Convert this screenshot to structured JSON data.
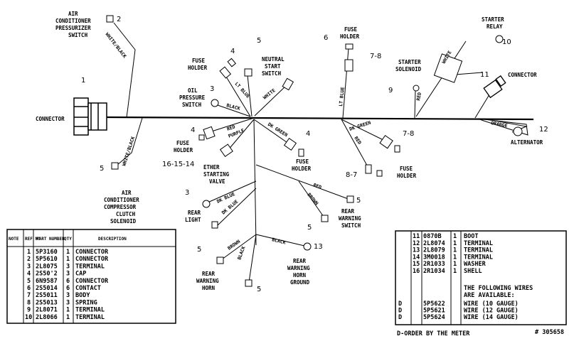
{
  "components": {
    "ac_pressurizer_switch": {
      "line1": "AIR",
      "line2": "CONDITIONER",
      "line3": "PRESSURIZER",
      "line4": "SWITCH",
      "ref": "2"
    },
    "connector_main": {
      "label": "CONNECTOR",
      "ref": "1"
    },
    "fuse_holder_oil": {
      "line1": "FUSE",
      "line2": "HOLDER",
      "ref": "4"
    },
    "neutral_start_switch": {
      "line1": "NEUTRAL",
      "line2": "START",
      "line3": "SWITCH",
      "ref": "5"
    },
    "oil_pressure_switch": {
      "line1": "OIL",
      "line2": "PRESSURE",
      "line3": "SWITCH",
      "ref": "3"
    },
    "fuse_holder_top": {
      "line1": "FUSE",
      "line2": "HOLDER",
      "ref": "6",
      "ref2": "7-8"
    },
    "starter_solenoid": {
      "line1": "STARTER",
      "line2": "SOLENOID",
      "ref": "9"
    },
    "starter_relay": {
      "line1": "STARTER",
      "line2": "RELAY",
      "ref": "10"
    },
    "connector_right": {
      "label": "CONNECTOR",
      "ref": "11"
    },
    "alternator": {
      "label": "ALTERNATOR",
      "ref": "12"
    },
    "fuse_holder_left": {
      "line1": "FUSE",
      "line2": "HOLDER",
      "ref": "4"
    },
    "ether_starting_valve": {
      "line1": "ETHER",
      "line2": "STARTING",
      "line3": "VALVE",
      "ref": "16-15-14"
    },
    "fuse_holder_mid": {
      "line1": "FUSE",
      "line2": "HOLDER",
      "ref": "4"
    },
    "fuse_holder_right": {
      "line1": "FUSE",
      "line2": "HOLDER",
      "ref": "7-8",
      "ref2": "8-7"
    },
    "ac_compressor_clutch_solenoid": {
      "line1": "AIR",
      "line2": "CONDITIONER",
      "line3": "COMPRESSOR",
      "line4": "CLUTCH",
      "line5": "SOLENOID",
      "ref": "5"
    },
    "rear_light": {
      "line1": "REAR",
      "line2": "LIGHT",
      "ref": "3"
    },
    "rear_warning_switch": {
      "line1": "REAR",
      "line2": "WARNING",
      "line3": "SWITCH",
      "ref": "5",
      "ref2": "5"
    },
    "rear_warning_horn": {
      "line1": "REAR",
      "line2": "WARNING",
      "line3": "HORN",
      "ref": "5",
      "ref2": "5"
    },
    "rear_warning_horn_ground": {
      "line1": "REAR",
      "line2": "WARNING",
      "line3": "HORN",
      "line4": "GROUND",
      "ref": "13"
    }
  },
  "wires": {
    "white_black_top": "WHITE/BLACK",
    "white_black_bottom": "WHITE/BLACK",
    "lt_blue_left": "LT BLUE",
    "white_mid": "WHITE",
    "black_mid": "BLACK",
    "lt_blue_top": "LT BLUE",
    "white_right": "WHITE",
    "red_starter": "RED",
    "orange": "ORANGE",
    "red_left": "RED",
    "purple": "PURPLE",
    "dk_green_mid": "DK GREEN",
    "dk_green_right": "DK GREEN",
    "red_right": "RED",
    "dk_blue_1": "DK BLUE",
    "dk_blue_2": "DK BLUE",
    "red_lower": "RED",
    "brown_lower": "BROWN",
    "brown_horn": "BROWN",
    "black_horn": "BLACK",
    "black_ground": "BLACK"
  },
  "parts_table": {
    "headers": {
      "note": "NOTE",
      "ref": "REF NO",
      "part": "PART NUMBER",
      "qty": "QTY",
      "desc": "DESCRIPTION"
    },
    "rows": [
      {
        "note": "",
        "ref": "1",
        "part": "5P3160",
        "qty": "1",
        "desc": "CONNECTOR"
      },
      {
        "note": "",
        "ref": "2",
        "part": "5P5610",
        "qty": "1",
        "desc": "CONNECTOR"
      },
      {
        "note": "",
        "ref": "3",
        "part": "2L8075",
        "qty": "3",
        "desc": "TERMINAL"
      },
      {
        "note": "",
        "ref": "4",
        "part": "2S50'2",
        "qty": "3",
        "desc": "CAP"
      },
      {
        "note": "",
        "ref": "5",
        "part": "6N9587",
        "qty": "6",
        "desc": "CONNECTOR"
      },
      {
        "note": "",
        "ref": "6",
        "part": "2S5014",
        "qty": "6",
        "desc": "CONTACT"
      },
      {
        "note": "",
        "ref": "7",
        "part": "2S5011",
        "qty": "3",
        "desc": "BODY"
      },
      {
        "note": "",
        "ref": "8",
        "part": "2S5013",
        "qty": "3",
        "desc": "SPRING"
      },
      {
        "note": "",
        "ref": "9",
        "part": "2L8071",
        "qty": "1",
        "desc": "TERMINAL"
      },
      {
        "note": "",
        "ref": "10",
        "part": "2L8066",
        "qty": "1",
        "desc": "TERMINAL"
      }
    ]
  },
  "parts_table_2": {
    "rows": [
      {
        "note": "",
        "ref": "11",
        "part": "0870B",
        "qty": "1",
        "desc": "BOOT"
      },
      {
        "note": "",
        "ref": "12",
        "part": "2L8074",
        "qty": "1",
        "desc": "TERMINAL"
      },
      {
        "note": "",
        "ref": "13",
        "part": "2L8079",
        "qty": "1",
        "desc": "TERMINAL"
      },
      {
        "note": "",
        "ref": "14",
        "part": "3M0018",
        "qty": "1",
        "desc": "TERMINAL"
      },
      {
        "note": "",
        "ref": "15",
        "part": "2R1033",
        "qty": "1",
        "desc": "WASHER"
      },
      {
        "note": "",
        "ref": "16",
        "part": "2R1034",
        "qty": "1",
        "desc": "SHELL"
      }
    ],
    "note_line1": "THE  FOLLOWING  WIRES",
    "note_line2": "ARE  AVAILABLE:",
    "wire_rows": [
      {
        "note": "D",
        "part": "5P5622",
        "desc": "WIRE  (10  GAUGE)"
      },
      {
        "note": "D",
        "part": "5P5621",
        "desc": "WIRE  (12  GAUGE)"
      },
      {
        "note": "D",
        "part": "5P5624",
        "desc": "WIRE  (14  GAUGE)"
      }
    ]
  },
  "footer": {
    "order_note": "D-ORDER  BY  THE  METER",
    "drawing_no": "# 305658"
  }
}
